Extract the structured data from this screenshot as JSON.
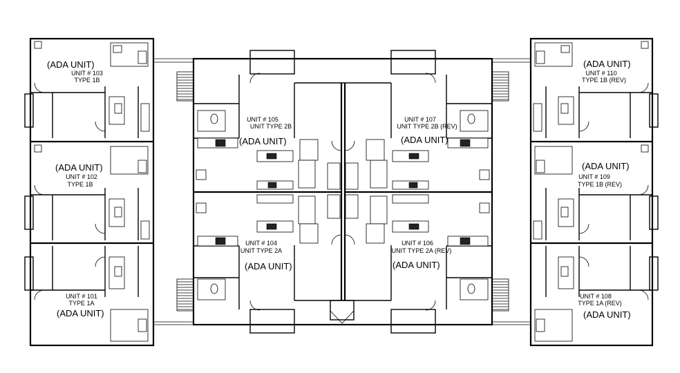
{
  "units": [
    {
      "id": "103",
      "ada": "(ADA UNIT)",
      "number": "UNIT # 103",
      "type": "TYPE 1B"
    },
    {
      "id": "102",
      "ada": "(ADA UNIT)",
      "number": "UNIT # 102",
      "type": "TYPE 1B"
    },
    {
      "id": "101",
      "ada": "(ADA UNIT)",
      "number": "UNIT # 101",
      "type": "TYPE 1A"
    },
    {
      "id": "105",
      "ada": "(ADA UNIT)",
      "number": "UNIT # 105",
      "type": "UNIT TYPE 2B"
    },
    {
      "id": "104",
      "ada": "(ADA UNIT)",
      "number": "UNIT # 104",
      "type": "UNIT TYPE 2A"
    },
    {
      "id": "107",
      "ada": "(ADA UNIT)",
      "number": "UNIT # 107",
      "type": "UNIT TYPE 2B (REV)"
    },
    {
      "id": "106",
      "ada": "(ADA UNIT)",
      "number": "UNIT # 106",
      "type": "UNIT TYPE 2A (REV)"
    },
    {
      "id": "110",
      "ada": "(ADA UNIT)",
      "number": "UNIT # 110",
      "type": "TYPE 1B (REV)"
    },
    {
      "id": "109",
      "ada": "(ADA UNIT)",
      "number": "UNIT # 109",
      "type": "TYPE 1B (REV)"
    },
    {
      "id": "108",
      "ada": "(ADA UNIT)",
      "number": "UNIT # 108",
      "type": "TYPE 1A (REV)"
    }
  ]
}
